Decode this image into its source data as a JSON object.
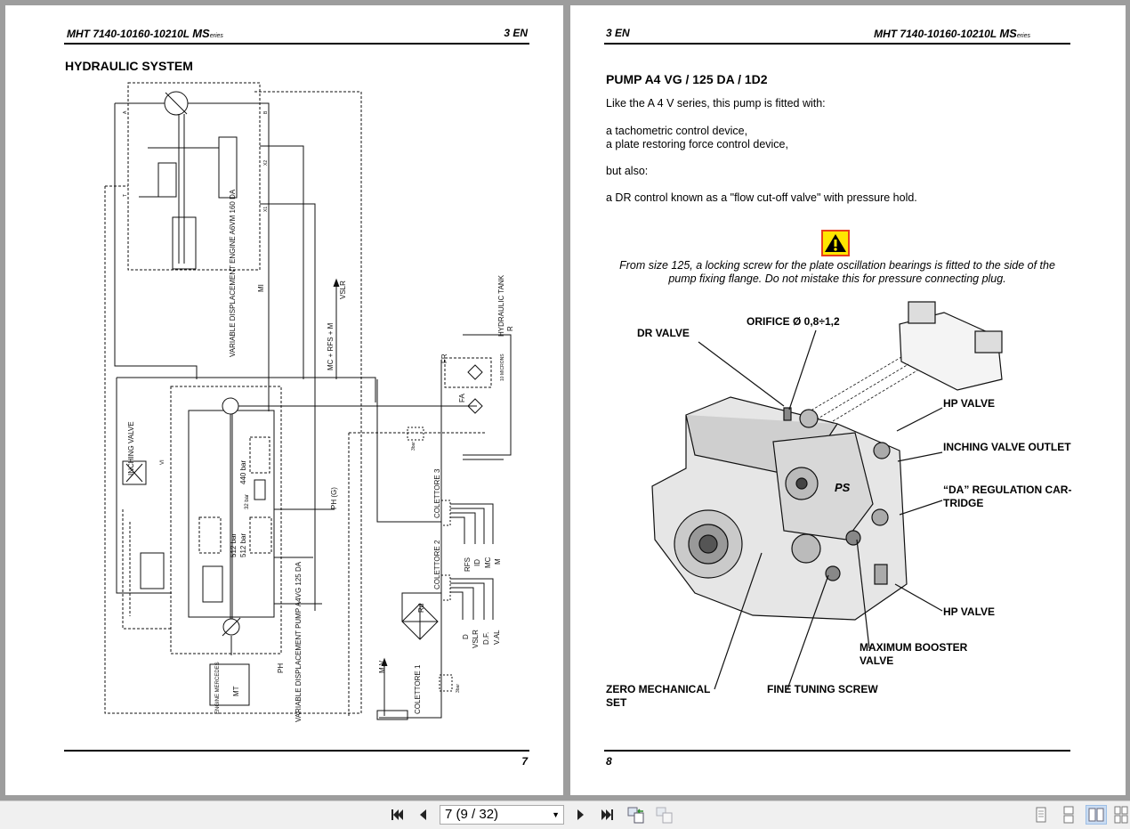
{
  "doc": {
    "code": "MHT 7140-10160-10210L",
    "brand_m": "MS",
    "brand_series": "eries",
    "section": "3 EN"
  },
  "left_page": {
    "title": "HYDRAULIC SYSTEM",
    "page_number": "7",
    "diagram_labels": {
      "engine": "VARIABLE DISPLACEMENT ENGINE A6VM 160 DA",
      "mi": "MI",
      "mc_rfs_m": "MC + RFS + M",
      "vslr": "VSLR",
      "hydraulic_tank": "HYDRAULIC TANK",
      "r": "R",
      "fr": "FR",
      "fa": "FA",
      "microns": "10 MICRONS",
      "inching_valve": "INCHING VALVE",
      "vi": "VI",
      "bar440": "440 bar",
      "bar32": "32 bar",
      "bar512a": "512 bar",
      "bar512b": "512 bar",
      "ph_g": "PH (G)",
      "ph": "PH",
      "pump": "VARIABLE DISPLACEMENT PUMP A4VG 125 DA",
      "engine_mercedes": "ENGINE MERCEDES",
      "mt": "MT",
      "colettore1": "COLETTORE 1",
      "colettore2": "COLETTORE 2",
      "colettore3": "COLETTORE 3",
      "rfs": "RFS",
      "id": "ID",
      "mc": "MC",
      "m": "M",
      "d": "D",
      "vslr2": "VSLR",
      "df": "D.F.",
      "val": "V.AL",
      "rd": "Rd",
      "mv": "M.V.",
      "bar3a": "3bar",
      "bar3b": "3bar",
      "port_a": "A",
      "port_b": "B",
      "port_x1": "X1",
      "port_x2": "X2",
      "port_t": "T"
    }
  },
  "right_page": {
    "title": "PUMP A4 VG / 125 DA / 1D2",
    "paragraphs": [
      "Like the A 4 V series, this pump is fitted with:",
      "a tachometric control device,",
      "a plate restoring force control device,",
      "but also:",
      "a DR control known as a \"flow cut-off valve\" with pressure hold."
    ],
    "warning_icon": "warning-triangle-icon",
    "warning_note": "From size 125, a locking screw for the plate oscillation bearings is fitted to the side of the pump fixing flange. Do not mistake this for pressure connecting plug.",
    "callouts": {
      "orifice": "ORIFICE Ø 0,8÷1,2",
      "dr_valve": "DR VALVE",
      "hp_valve_top": "HP VALVE",
      "inching_outlet": "INCHING VALVE OUTLET",
      "da_cartridge_1": "“DA” REGULATION CAR-",
      "da_cartridge_2": "TRIDGE",
      "hp_valve_bottom": "HP VALVE",
      "max_booster_1": "MAXIMUM BOOSTER",
      "max_booster_2": "VALVE",
      "zero_mech_1": "ZERO MECHANICAL",
      "zero_mech_2": "SET",
      "fine_tuning": "FINE TUNING SCREW",
      "ps": "PS"
    },
    "page_number": "8"
  },
  "toolbar": {
    "page_selector": "7 (9 / 32)",
    "active_view": "two-page"
  },
  "colors": {
    "warning_fill": "#ffe600",
    "warning_border": "#e8401c",
    "active_view_bg": "#c9dcf3"
  }
}
